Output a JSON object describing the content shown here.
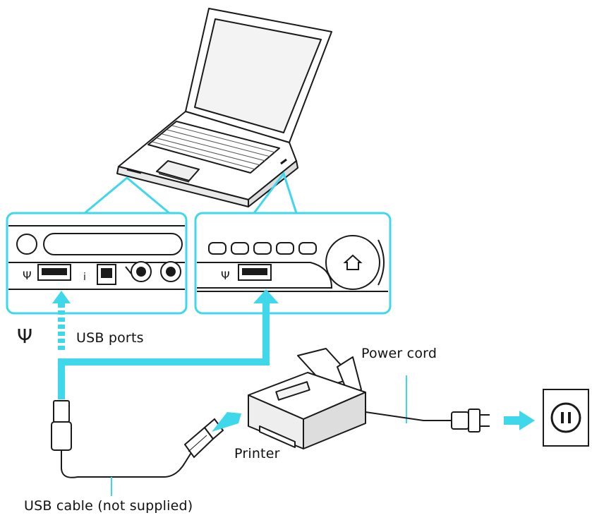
{
  "labels": {
    "usb_ports": "USB ports",
    "power_cord": "Power cord",
    "printer": "Printer",
    "usb_cable": "USB cable (not supplied)"
  },
  "symbols": {
    "usb_icon": "Ψ"
  },
  "colors": {
    "accent": "#3fd8ea",
    "line": "#1a1a1a",
    "background": "#ffffff"
  }
}
